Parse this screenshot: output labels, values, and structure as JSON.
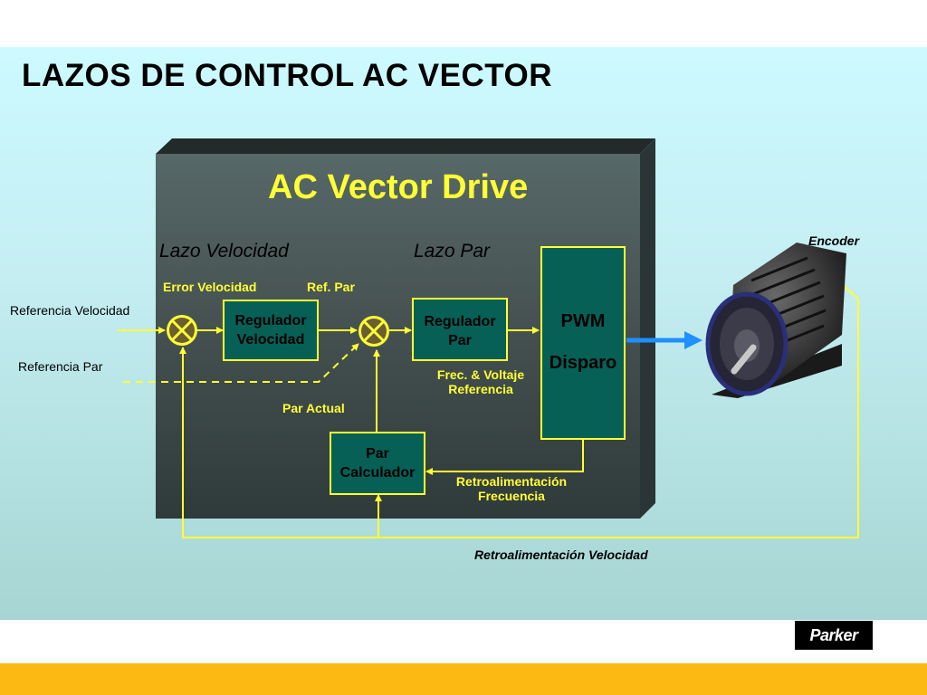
{
  "slide": {
    "title": "LAZOS DE CONTROL AC VECTOR"
  },
  "drive": {
    "title": "AC Vector Drive",
    "speed_loop": "Lazo Velocidad",
    "torque_loop": "Lazo Par"
  },
  "labels": {
    "speed_error": "Error Velocidad",
    "torque_ref": "Ref. Par",
    "speed_reference": "Referencia Velocidad",
    "torque_reference": "Referencia Par",
    "actual_torque": "Par Actual",
    "freq_voltage_ref_line1": "Frec. & Voltaje",
    "freq_voltage_ref_line2": "Referencia",
    "freq_feedback_line1": "Retroalimentación",
    "freq_feedback_line2": "Frecuencia",
    "speed_feedback": "Retroalimentación Velocidad",
    "encoder": "Encoder"
  },
  "blocks": {
    "speed_regulator_line1": "Regulador",
    "speed_regulator_line2": "Velocidad",
    "torque_regulator_line1": "Regulador",
    "torque_regulator_line2": "Par",
    "torque_calculator_line1": "Par",
    "torque_calculator_line2": "Calculador",
    "pwm_line1": "PWM",
    "pwm_line2": "Disparo"
  },
  "logo": {
    "text": "Parker"
  },
  "colors": {
    "accent_yellow": "#ffff33",
    "drive_body": "#3a4a4a",
    "block_fill": "#066056",
    "footer_bar": "#fdb913",
    "arrow_blue": "#1e90ff"
  }
}
